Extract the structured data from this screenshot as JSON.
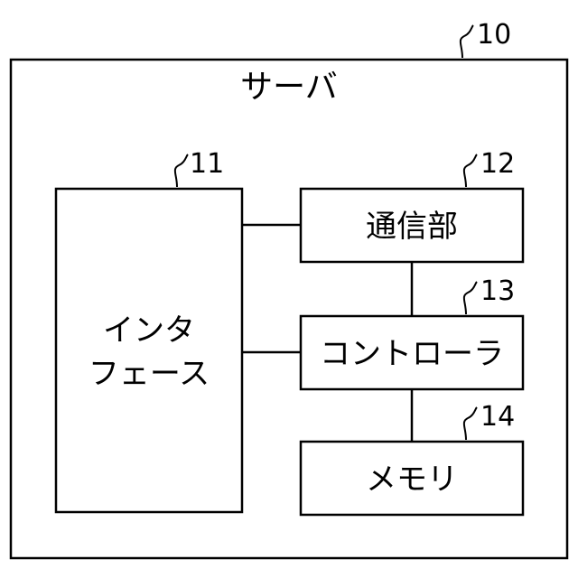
{
  "server": {
    "label": "サーバ",
    "ref": "10"
  },
  "interface": {
    "line1": "インタ",
    "line2": "フェース",
    "ref": "11"
  },
  "communication": {
    "label": "通信部",
    "ref": "12"
  },
  "controller": {
    "label": "コントローラ",
    "ref": "13"
  },
  "memory": {
    "label": "メモリ",
    "ref": "14"
  },
  "colors": {
    "stroke": "#000000",
    "background": "#ffffff"
  }
}
